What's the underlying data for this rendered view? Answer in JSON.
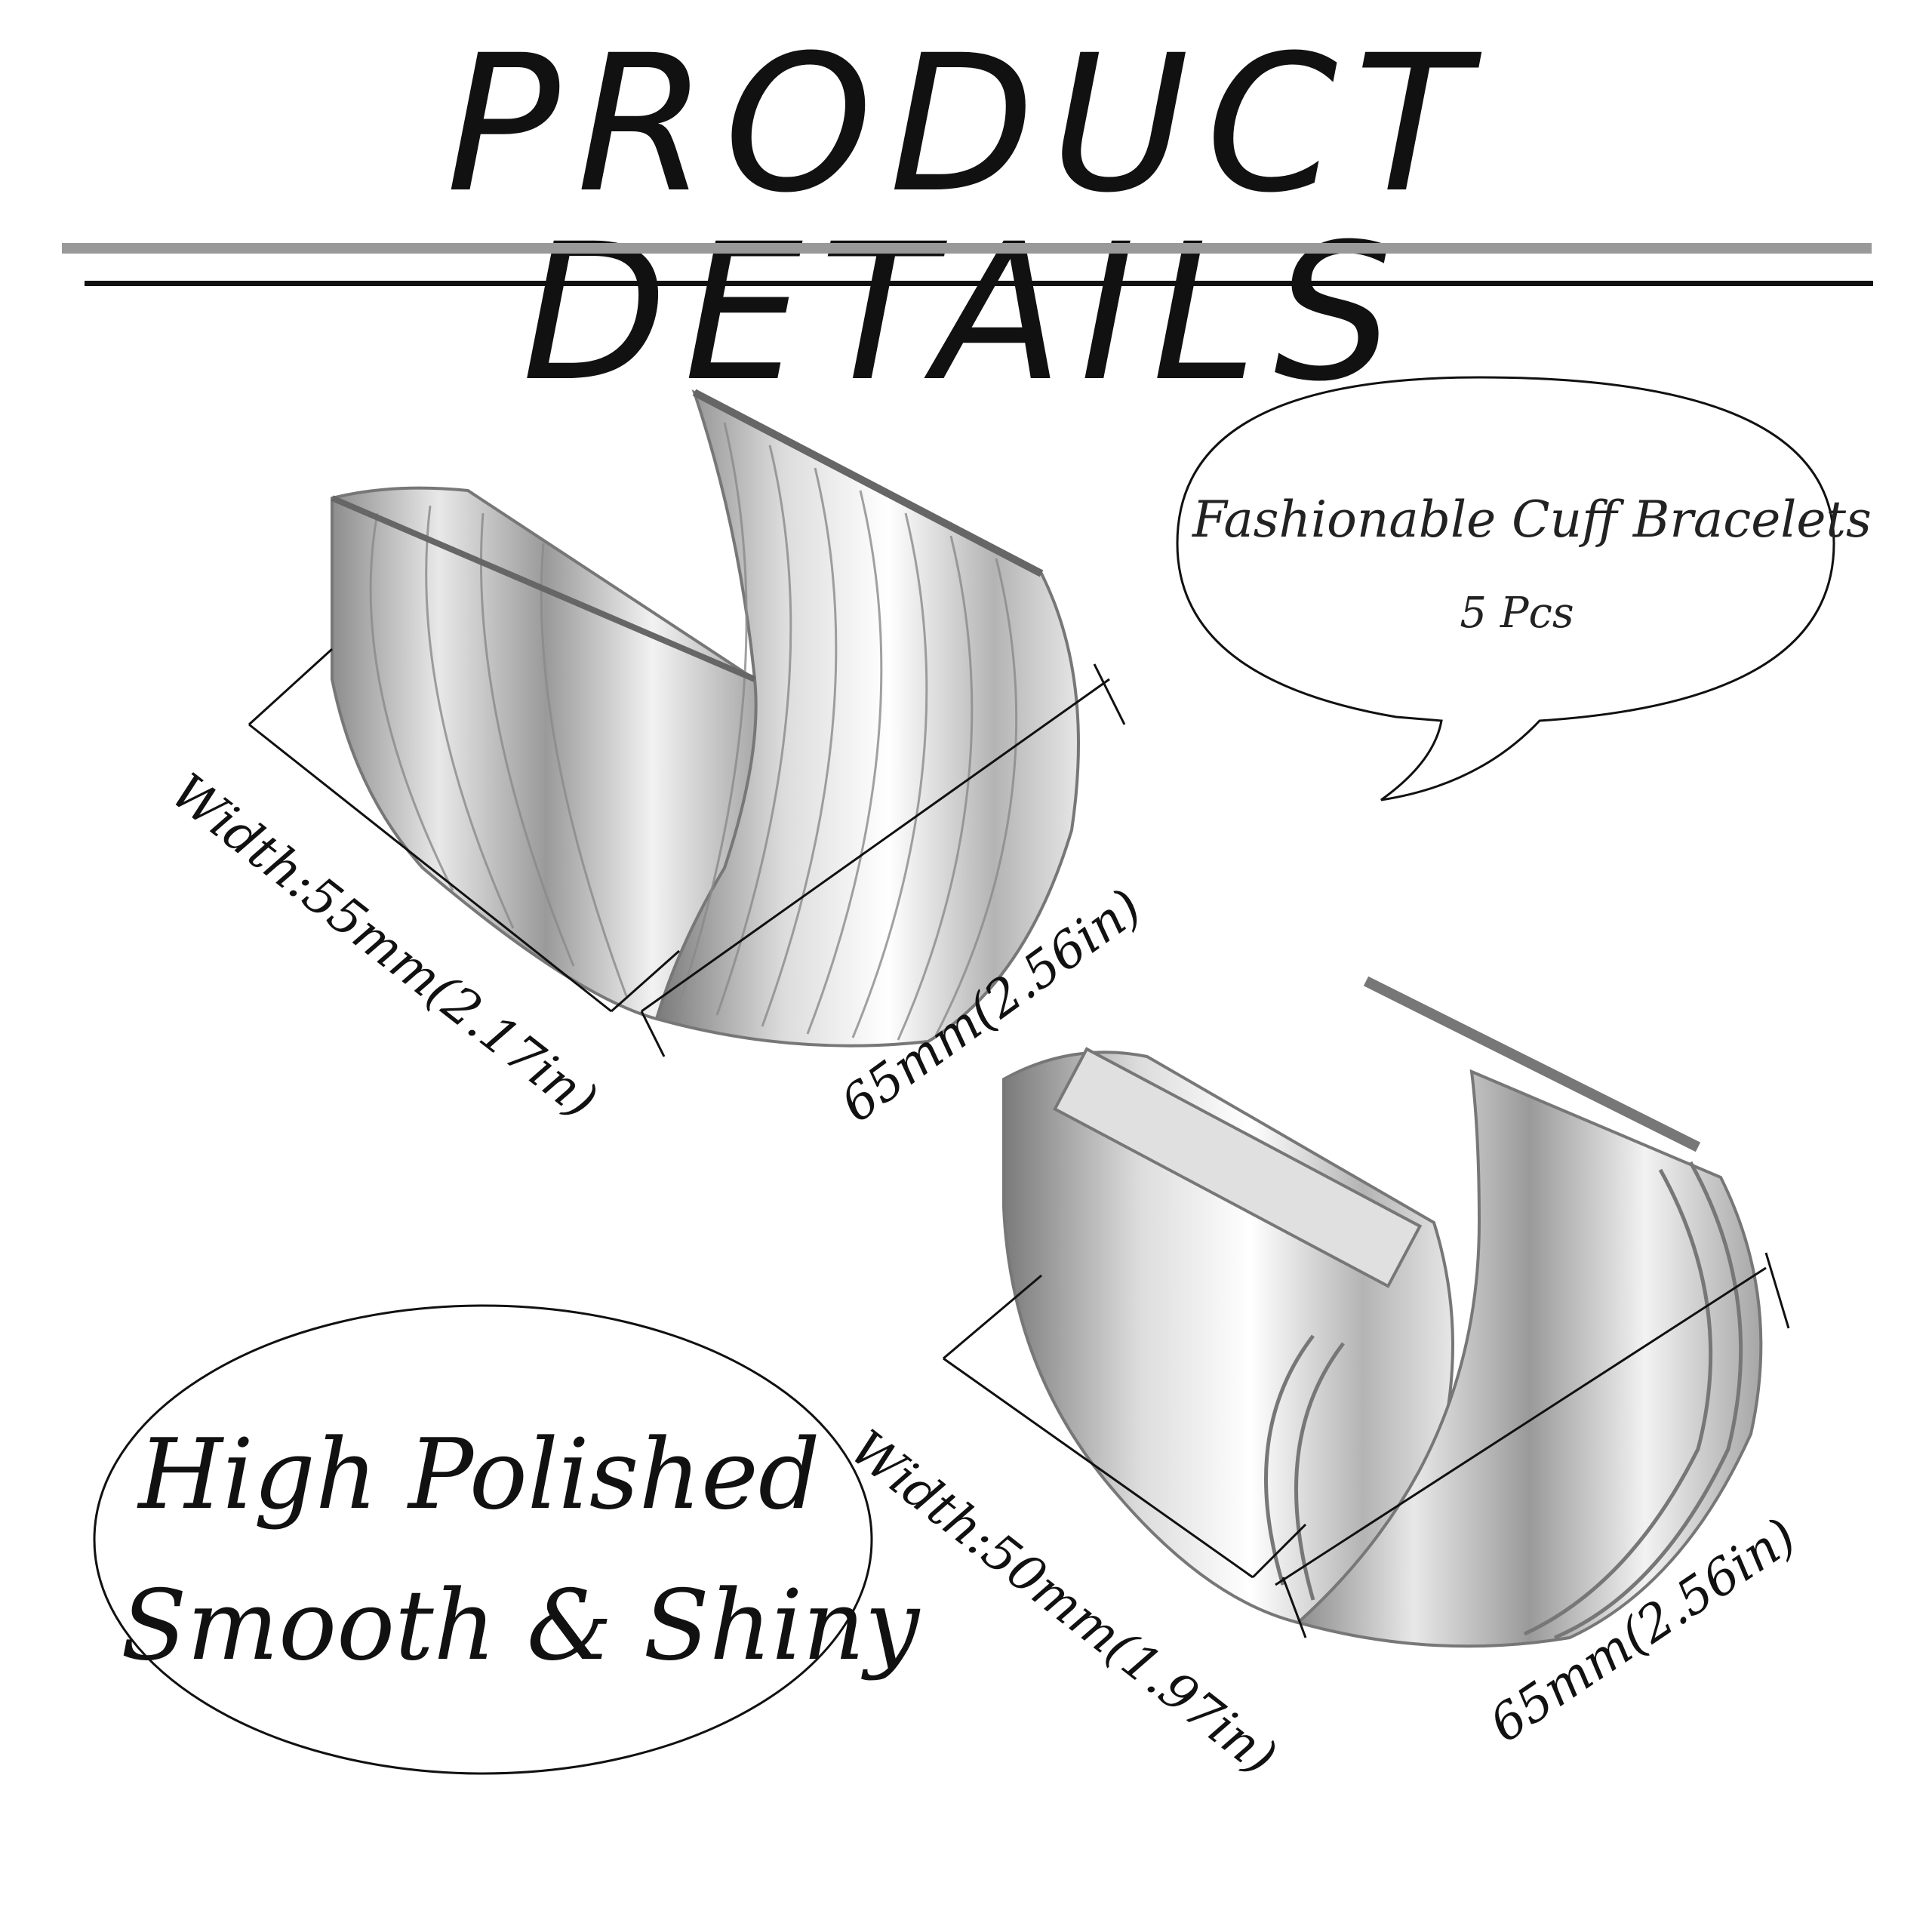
{
  "header": {
    "title": "PRODUCT DETAILS"
  },
  "bubble": {
    "line1": "Fashionable Cuff Bracelets",
    "line2": "5 Pcs"
  },
  "oval": {
    "line1": "High Polished",
    "line2": "Smooth & Shiny"
  },
  "bracelet_wire": {
    "width_label": "Width:55mm(2.17in)",
    "length_label": "65mm(2.56in)"
  },
  "bracelet_plate": {
    "width_label": "Width:50mm(1.97in)",
    "length_label": "65mm(2.56in)"
  },
  "colors": {
    "silver": "#c8c8c8",
    "line": "#111111",
    "rule_grey": "#999999"
  }
}
